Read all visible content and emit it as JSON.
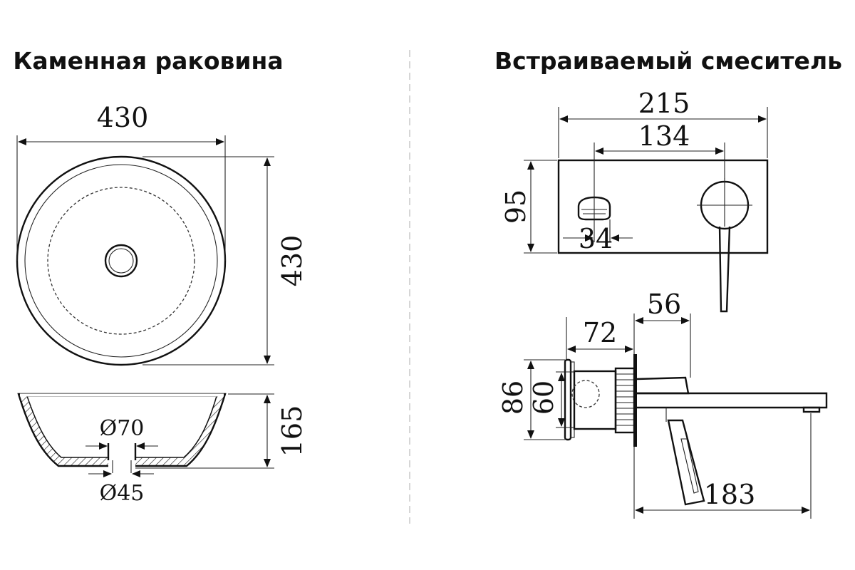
{
  "titles": {
    "sink": "Каменная раковина",
    "faucet": "Встраиваемый смеситель"
  },
  "sink": {
    "width": "430",
    "depth": "430",
    "height": "165",
    "drain_top": "Ø70",
    "drain_bottom": "Ø45"
  },
  "faucet": {
    "plate_width": "215",
    "axis_distance": "134",
    "plate_height": "95",
    "outlet_width": "34",
    "spout_projection": "56",
    "body_depth": "72",
    "flange_height": "86",
    "body_height": "60",
    "total_length": "183"
  }
}
